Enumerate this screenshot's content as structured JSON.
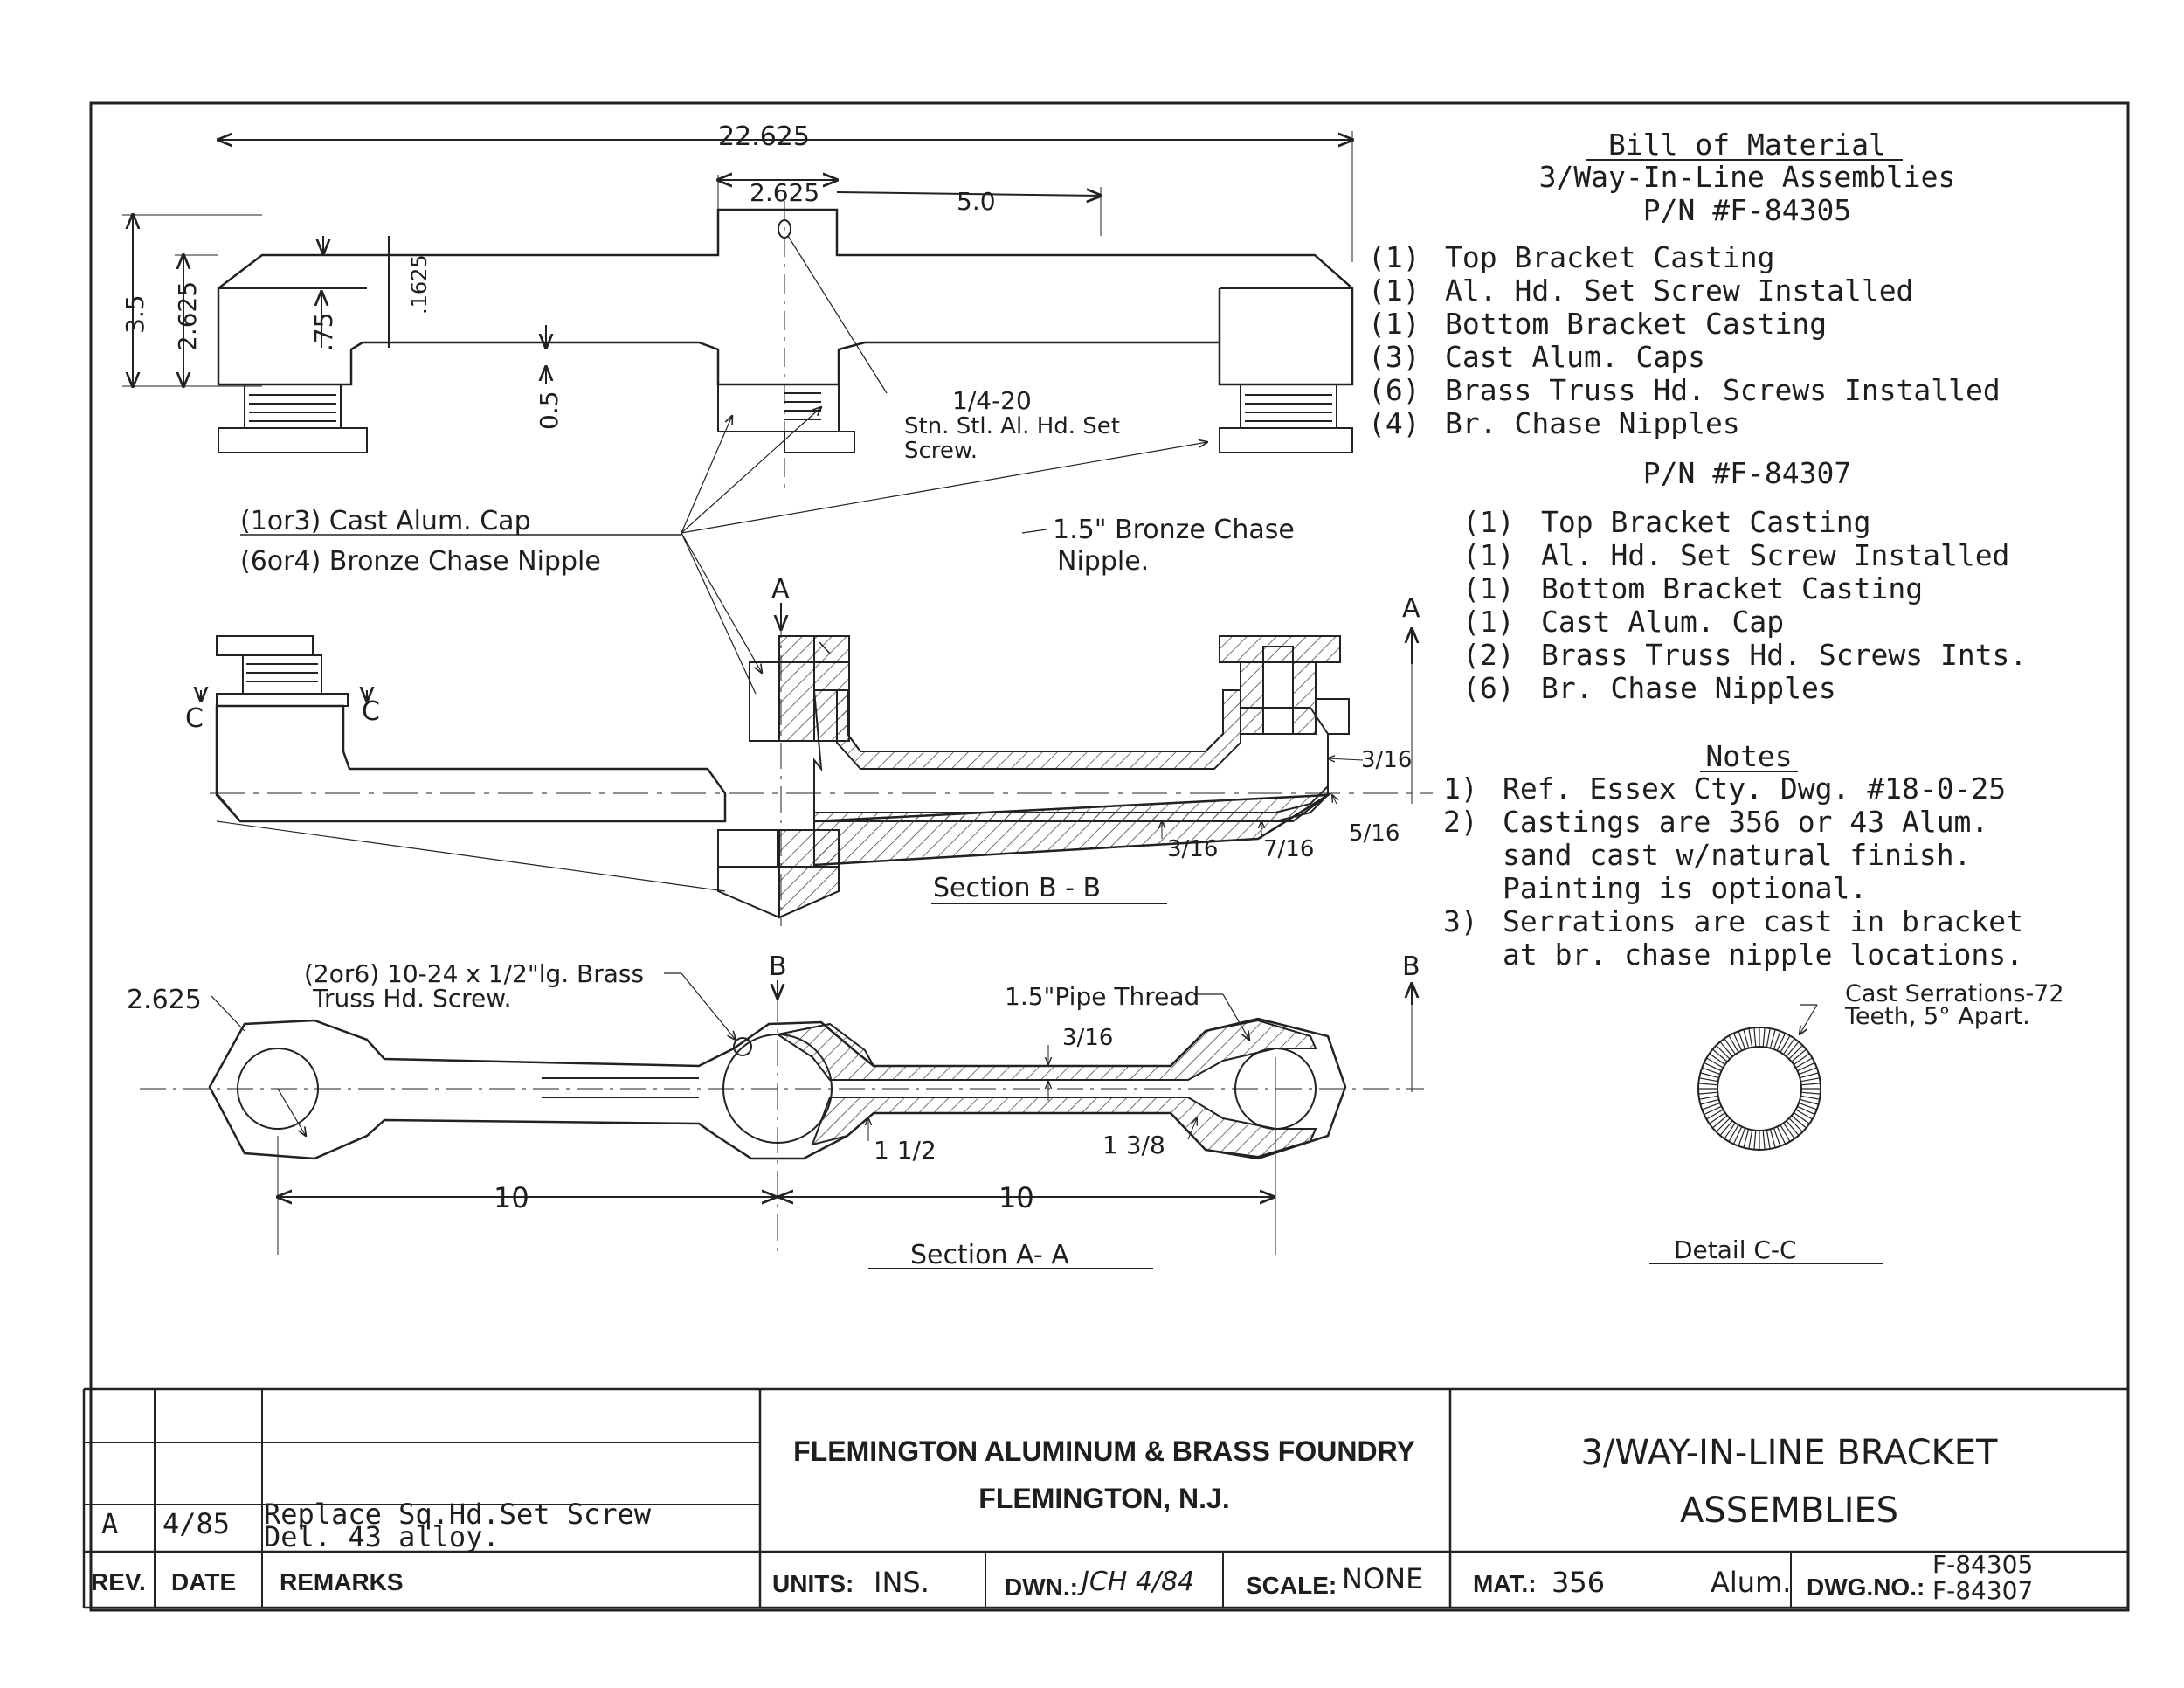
{
  "bom": {
    "title": "Bill of Material",
    "subtitle": "3/Way-In-Line Assemblies",
    "pn1": "P/N #F-84305",
    "items1": [
      {
        "qty": "(1)",
        "desc": "Top Bracket Casting"
      },
      {
        "qty": "(1)",
        "desc": "Al. Hd. Set Screw Installed"
      },
      {
        "qty": "(1)",
        "desc": "Bottom Bracket Casting"
      },
      {
        "qty": "(3)",
        "desc": "Cast Alum. Caps"
      },
      {
        "qty": "(6)",
        "desc": "Brass Truss Hd. Screws Installed"
      },
      {
        "qty": "(4)",
        "desc": "Br. Chase Nipples"
      }
    ],
    "pn2": "P/N #F-84307",
    "items2": [
      {
        "qty": "(1)",
        "desc": "Top Bracket Casting"
      },
      {
        "qty": "(1)",
        "desc": "Al. Hd. Set Screw Installed"
      },
      {
        "qty": "(1)",
        "desc": "Bottom Bracket Casting"
      },
      {
        "qty": "(1)",
        "desc": "Cast Alum. Cap"
      },
      {
        "qty": "(2)",
        "desc": "Brass Truss Hd. Screws Ints."
      },
      {
        "qty": "(6)",
        "desc": "Br. Chase Nipples"
      }
    ]
  },
  "notes": {
    "title": "Notes",
    "items": [
      {
        "num": "1)",
        "lines": [
          "Ref. Essex Cty. Dwg. #18-0-25"
        ]
      },
      {
        "num": "2)",
        "lines": [
          "Castings are 356 or 43 Alum.",
          "sand cast w/natural finish.",
          "Painting is optional."
        ]
      },
      {
        "num": "3)",
        "lines": [
          "Serrations are cast in bracket",
          "at br. chase nipple locations."
        ]
      }
    ]
  },
  "dims": {
    "overall": "22.625",
    "top_a": "2.625",
    "top_b": "5.0",
    "h1": "3.5",
    "h2": "2.625",
    "h3": ".75",
    "h4": ".1625",
    "h5": "0.5",
    "thread": "1/4-20",
    "setscrew1": "Stn. Stl. Al. Hd. Set",
    "setscrew2": "Screw.",
    "wall1": "3/16",
    "wall2": "3/16",
    "wall3": "7/16",
    "wall4": "5/16",
    "rad": "2.625",
    "wall5": "3/16",
    "dia1": "1 1/2",
    "dia2": "1 3/8",
    "span1": "10",
    "span2": "10"
  },
  "labels": {
    "cap": "(1or3) Cast Alum. Cap",
    "nipple": "(6or4) Bronze Chase Nipple",
    "bronze1": "1.5\" Bronze  Chase",
    "bronze2": "Nipple.",
    "secA": "A",
    "secA2": "A",
    "secB": "B",
    "secB2": "B",
    "secC": "C",
    "secC2": "C",
    "section_bb": "Section  B - B",
    "screw1": "(2or6) 10-24 x 1/2\"lg. Brass",
    "screw2": "Truss Hd. Screw.",
    "pipe": "1.5\"Pipe Thread",
    "section_aa": "Section  A- A",
    "serr1": "Cast Serrations-72",
    "serr2": "Teeth, 5° Apart.",
    "detail_cc": "Detail  C-C"
  },
  "titleblock": {
    "company1": "FLEMINGTON ALUMINUM & BRASS FOUNDRY",
    "company2": "FLEMINGTON, N.J.",
    "title1": "3/WAY-IN-LINE  BRACKET",
    "title2": "ASSEMBLIES",
    "rev_h": "REV.",
    "date_h": "DATE",
    "remarks_h": "REMARKS",
    "rev_val": "A",
    "date_val": "4/85",
    "remarks1": "Replace Sq.Hd.Set Screw",
    "remarks2": "Del. 43 alloy.",
    "units_l": "UNITS:",
    "units_v": "INS.",
    "dwn_l": "DWN.:",
    "dwn_v": "JCH 4/84",
    "scale_l": "SCALE:",
    "scale_v": "NONE",
    "mat_l": "MAT.:",
    "mat_v": "356",
    "mat_v2": "Alum.",
    "dwg_l": "DWG.NO.:",
    "dwg_v1": "F-84305",
    "dwg_v2": "F-84307"
  }
}
